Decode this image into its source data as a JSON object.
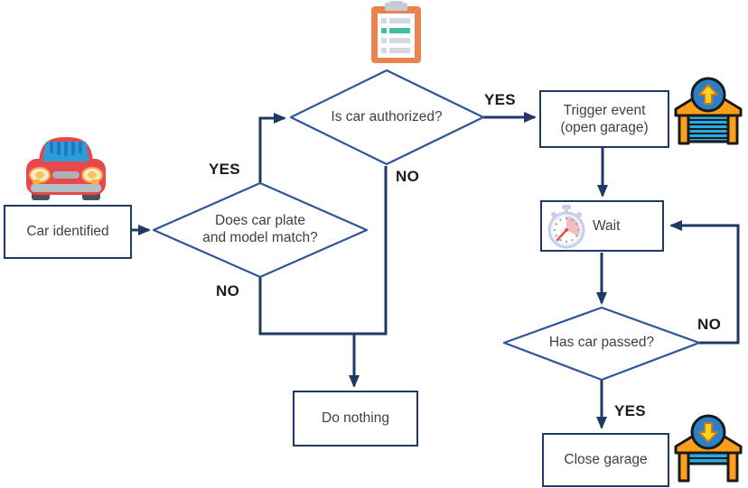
{
  "nodes": {
    "car_identified": {
      "label": "Car identified"
    },
    "plate_match": {
      "line1": "Does car plate",
      "line2": "and model match?"
    },
    "authorized": {
      "label": "Is car authorized?"
    },
    "trigger_event": {
      "line1": "Trigger event",
      "line2": "(open garage)"
    },
    "wait": {
      "label": "Wait"
    },
    "do_nothing": {
      "label": "Do nothing"
    },
    "close_garage": {
      "label": "Close garage"
    }
  },
  "edges": {
    "plate_yes": "YES",
    "plate_no": "NO",
    "authorized_yes": "YES",
    "authorized_no": "NO",
    "passed_yes": "YES",
    "passed_no": "NO"
  },
  "icons": [
    "car-icon",
    "checklist-clipboard-icon",
    "garage-open-icon",
    "stopwatch-icon",
    "garage-close-icon"
  ],
  "colors": {
    "wire": "#1f3864",
    "diamond_border": "#2e5597",
    "box_border": "#1f3864",
    "text": "#404040",
    "edge_label": "#1b1b1b",
    "background": "#ffffff",
    "clipboard_orange": "#e8834e",
    "checklist_teal": "#3fbfa6",
    "garage_orange": "#ff9e1b",
    "garage_door_blue": "#29abe2",
    "arrow_badge_blue": "#2a7fc9",
    "arrow_yellow": "#ffd21f",
    "car_red": "#e8484d",
    "windshield_blue": "#2d9cdb",
    "stopwatch_gray": "#c6cfe8",
    "stopwatch_pink": "#f6bcc1",
    "stopwatch_red": "#e2574c"
  }
}
